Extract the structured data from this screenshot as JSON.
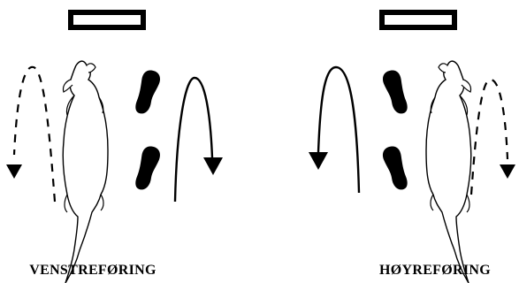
{
  "panels": [
    {
      "id": "left",
      "caption": "VENSTREFØRING"
    },
    {
      "id": "right",
      "caption": "HØYREFØRING"
    }
  ],
  "colors": {
    "ink": "#000000",
    "background": "#ffffff",
    "dog_fill": "#ffffff"
  }
}
